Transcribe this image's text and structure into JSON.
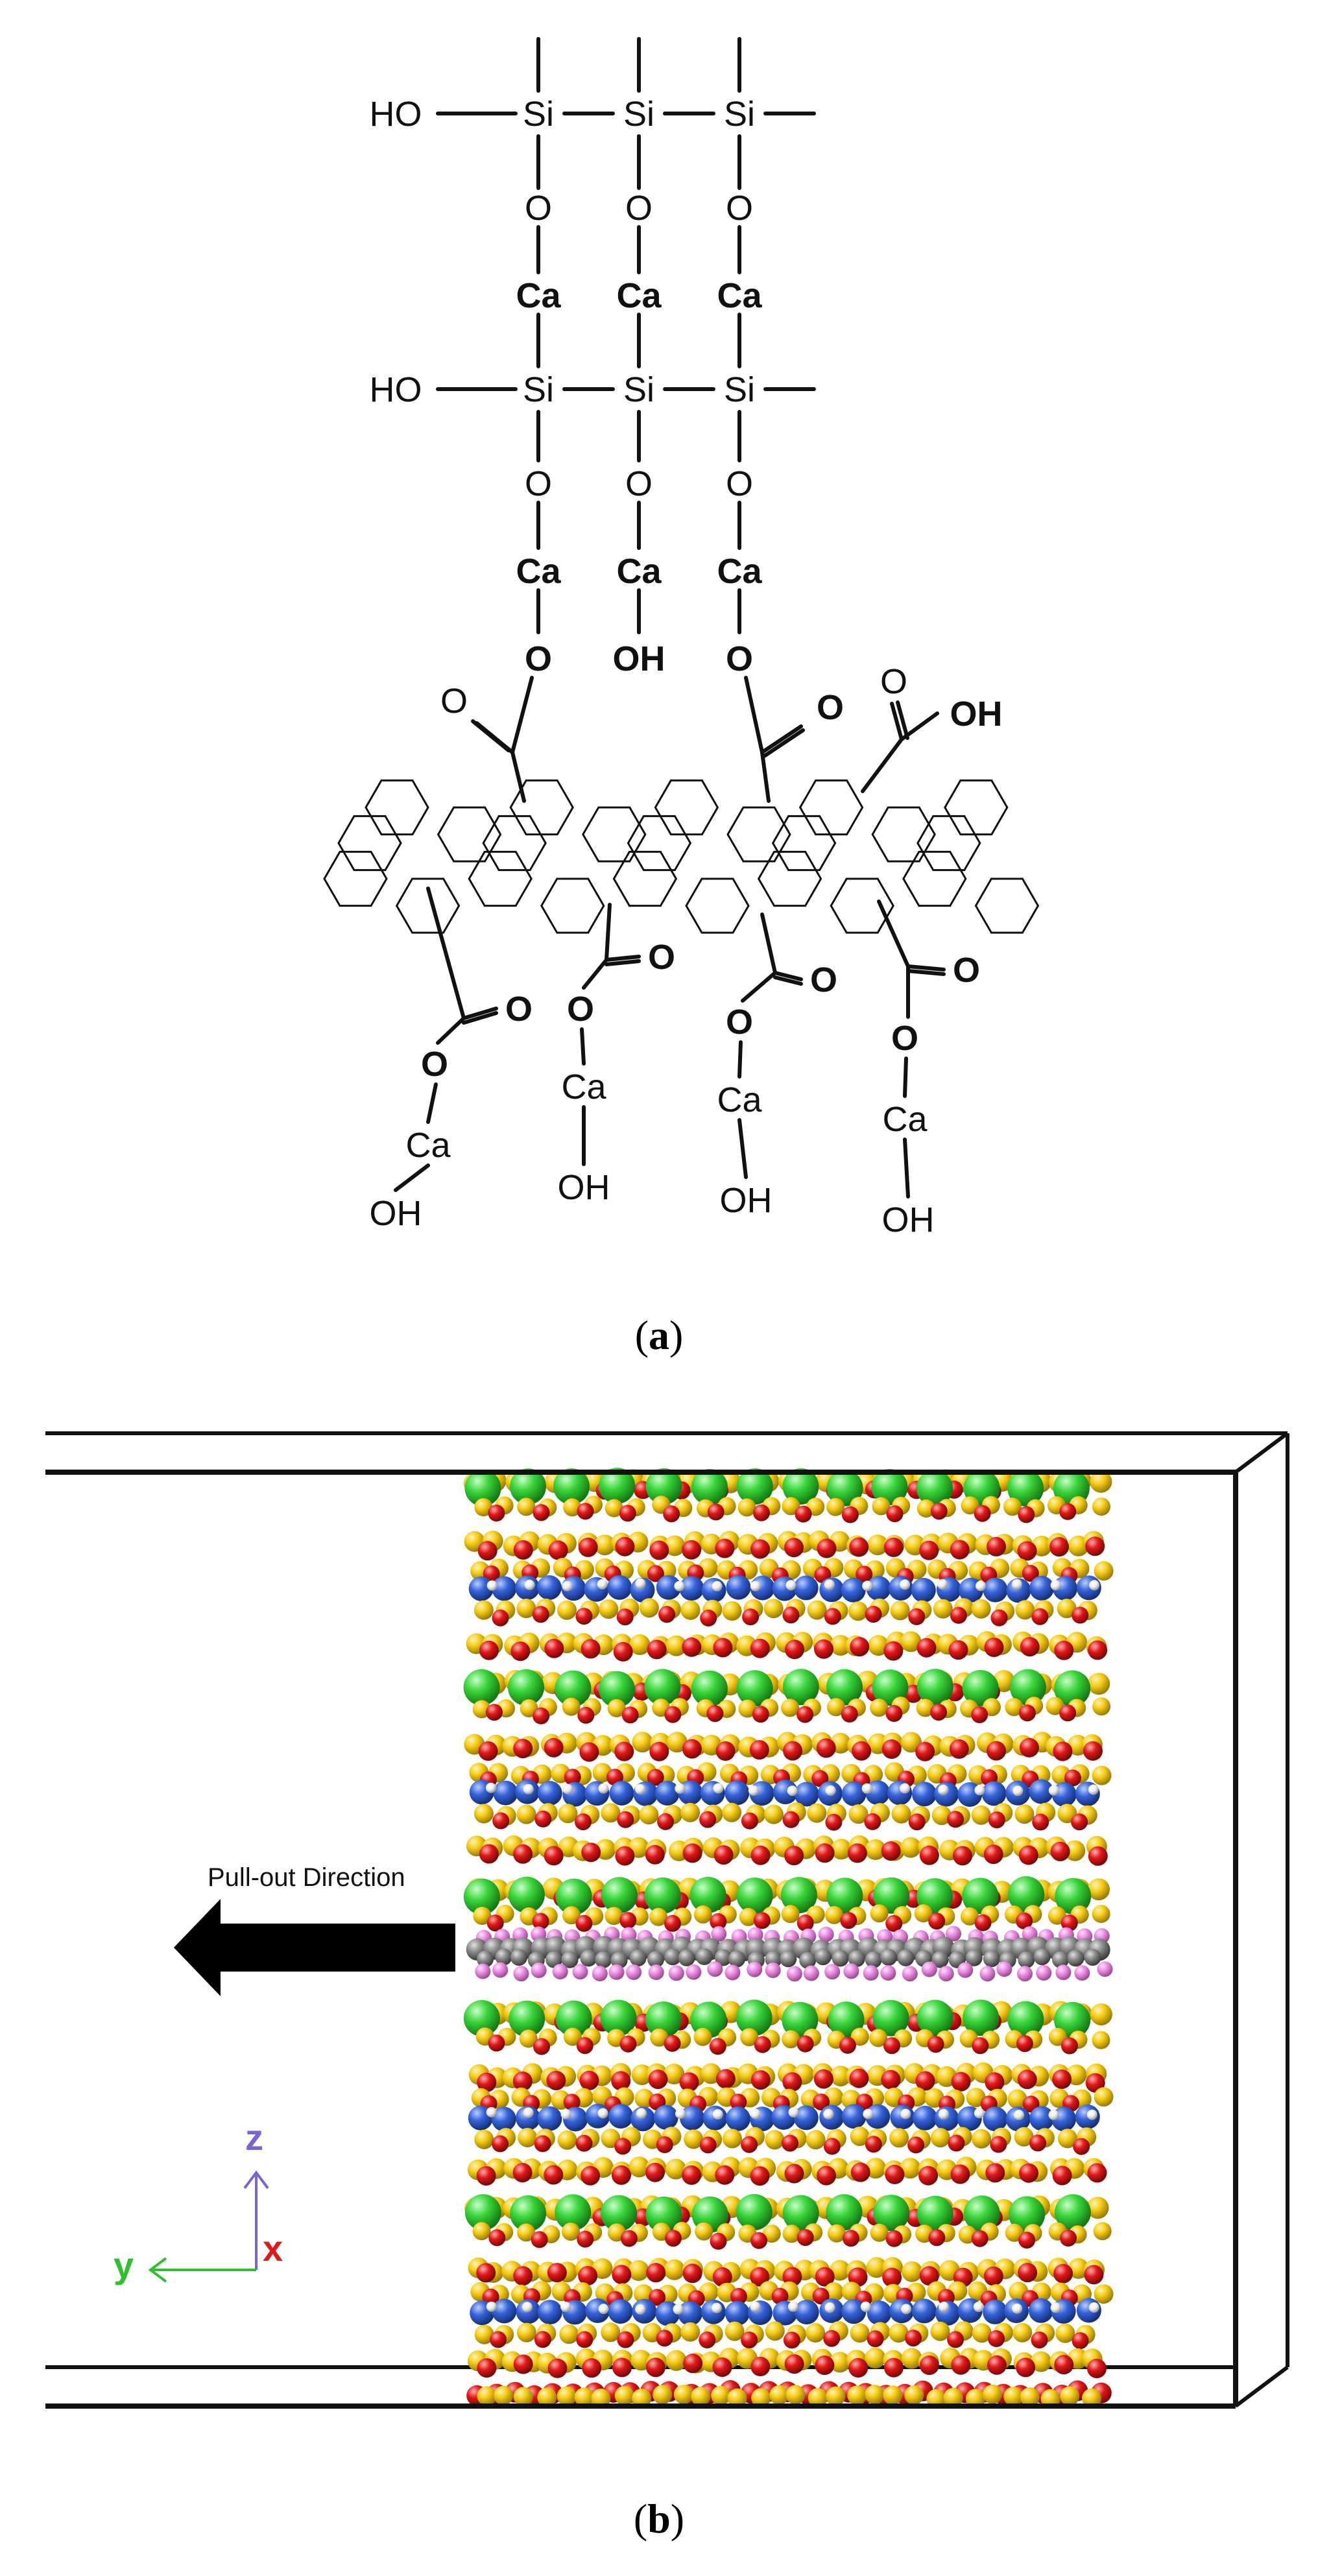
{
  "panel_a": {
    "caption_open": "(",
    "caption_letter": "a",
    "caption_close": ")",
    "silicate_rows": [
      {
        "end_group": "HO",
        "atoms": [
          "Si",
          "Si",
          "Si"
        ]
      },
      {
        "end_group": "HO",
        "atoms": [
          "Si",
          "Si",
          "Si"
        ]
      }
    ],
    "bridge_oxygen": "O",
    "calcium": "Ca",
    "hydroxyl": "OH",
    "carbonyl_oxygen": "O",
    "ester_oxygen": "O",
    "carboxyl_hydroxyl": "OH"
  },
  "panel_b": {
    "caption_open": "(",
    "caption_letter": "b",
    "caption_close": ")",
    "arrow_label": "Pull-out Direction",
    "axes": {
      "z": "z",
      "y": "y",
      "x": "x"
    },
    "colors": {
      "ca": "#3ad43a",
      "o": "#e01818",
      "si": "#f5cc16",
      "h": "#f0f0f0",
      "n": "#3563d8",
      "c": "#8a8a8a",
      "carbon_h": "#ec8ee4",
      "axis_z": "#7a63d6",
      "axis_y": "#2fbf2f",
      "axis_x": "#e01818"
    }
  }
}
